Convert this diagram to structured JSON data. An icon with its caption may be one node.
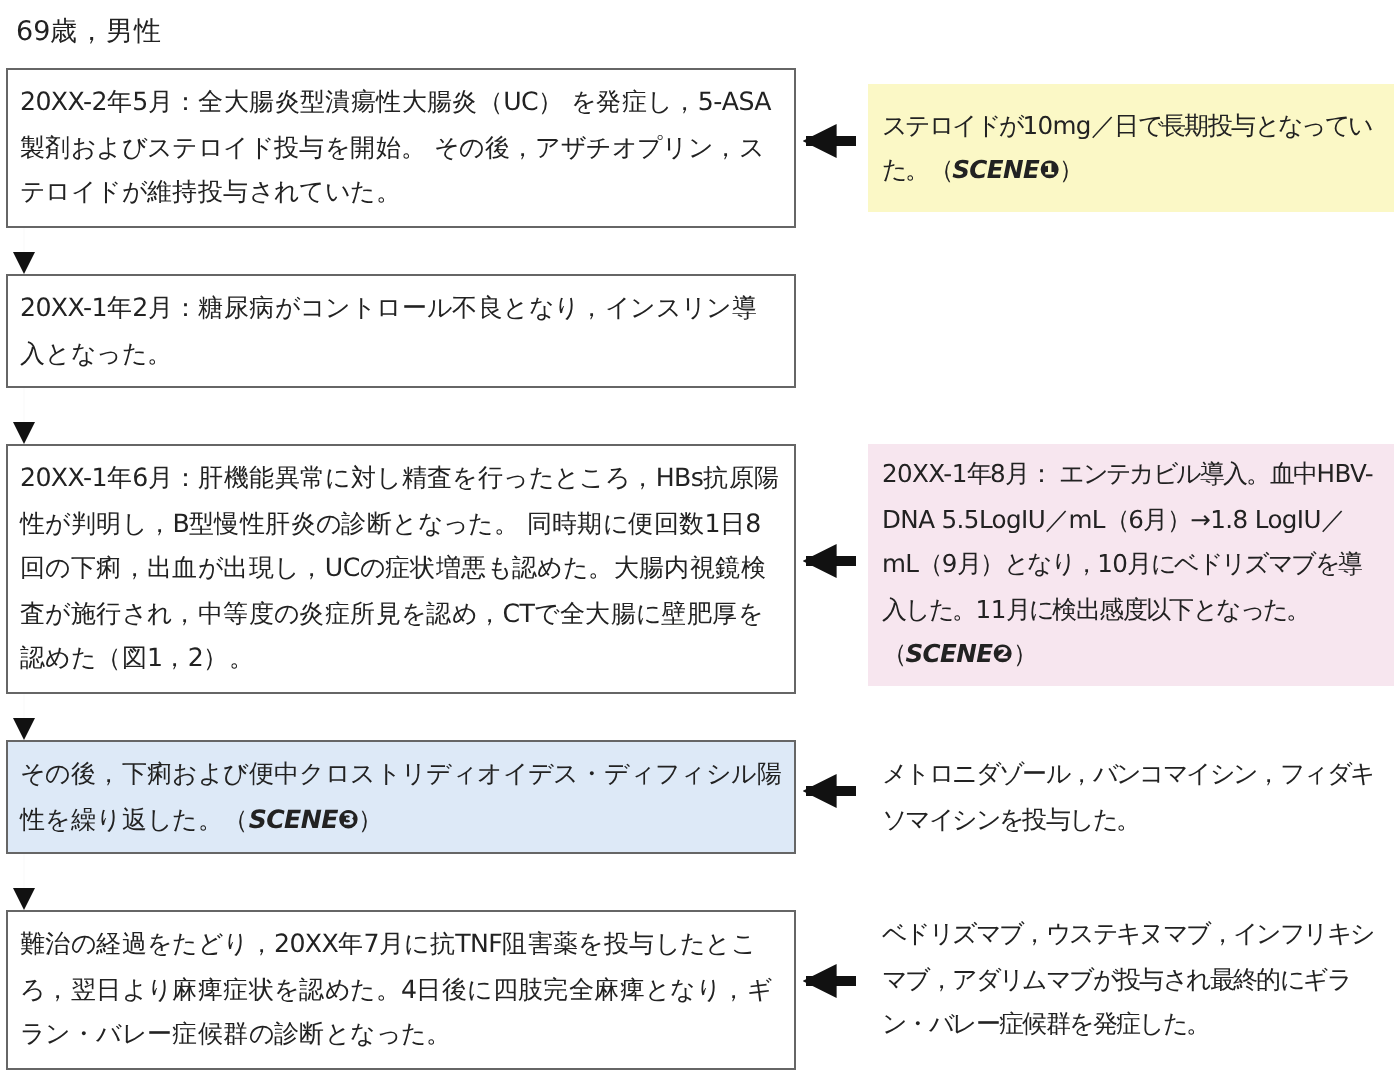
{
  "diagram": {
    "title": "69歳，男性",
    "nodes": [
      {
        "text": [
          "20XX-2年5月：全大腸炎型潰瘍性大腸炎（UC） を発症し，5-ASA製剤およびステロイド投与を開始。 その後，アザチオプリン，ステロイドが維持投与されていた。"
        ]
      },
      {
        "text": [
          "ステロイドが10mg／日で長期投与となっていた。（**SCENE❶**）"
        ]
      },
      {
        "text": [
          "20XX-1年2月：糖尿病がコントロール不良となり，インスリン導入となった。"
        ]
      },
      {
        "text": [
          "20XX-1年6月：肝機能異常に対し精査を行ったところ，HBs抗原陽性が判明し，B型慢性肝炎の診断となった。 同時期に便回数1日8回の下痢，出血が出現し，UCの症状増悪も認めた。大腸内視鏡検査が施行され，中等度の炎症所見を認め，CTで全大腸に壁肥厚を認めた（図1，2）。"
        ]
      },
      {
        "text": [
          "20XX-1年8月： エンテカビル導入。血中HBV-DNA 5.5LogIU／mL（6月）→1.8 LogIU／mL（9月）となり，10月にベドリズマブを導入した。11月に検出感度以下となった。（**SCENE❷**）"
        ]
      },
      {
        "text": [
          "その後，下痢および便中クロストリディオイデス・ディフィシル陽性を繰り返した。（**SCENE❸**）"
        ]
      },
      {
        "text": [
          "メトロニダゾール，バンコマイシン，フィダキソマイシンを投与した。"
        ]
      },
      {
        "text": [
          "難治の経過をたどり，20XX年7月に抗TNF阻害薬を投与したところ，翌日より麻痺症状を認めた。4日後に四肢完全麻痺となり，ギラン・バレー症候群の診断となった。"
        ]
      },
      {
        "text": [
          "ベドリズマブ，ウステキヌマブ，インフリキシマブ，アダリムマブが投与され最終的にギラン・バレー症候群を発症した。"
        ]
      }
    ],
    "edges": [
      {
        "from": 1,
        "to": 0,
        "arrow": "to",
        "style": "thick"
      },
      {
        "from": 0,
        "to": 2,
        "arrow": "to"
      },
      {
        "from": 2,
        "to": 3,
        "arrow": "to"
      },
      {
        "from": 4,
        "to": 3,
        "arrow": "to",
        "style": "thick"
      },
      {
        "from": 3,
        "to": 5,
        "arrow": "to"
      },
      {
        "from": 6,
        "to": 5,
        "arrow": "to",
        "style": "thick"
      },
      {
        "from": 5,
        "to": 7,
        "arrow": "to"
      },
      {
        "from": 8,
        "to": 7,
        "arrow": "to",
        "style": "thick"
      }
    ]
  }
}
